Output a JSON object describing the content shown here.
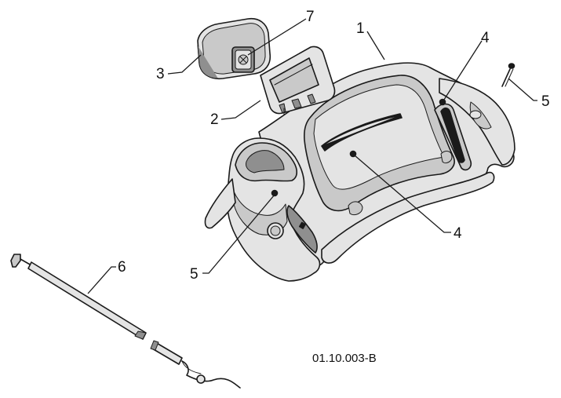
{
  "callouts": {
    "c1": "1",
    "c2": "2",
    "c3": "3",
    "c4a": "4",
    "c4b": "4",
    "c5a": "5",
    "c5b": "5",
    "c6": "6",
    "c7": "7"
  },
  "reference_code": "01.10.003-B"
}
